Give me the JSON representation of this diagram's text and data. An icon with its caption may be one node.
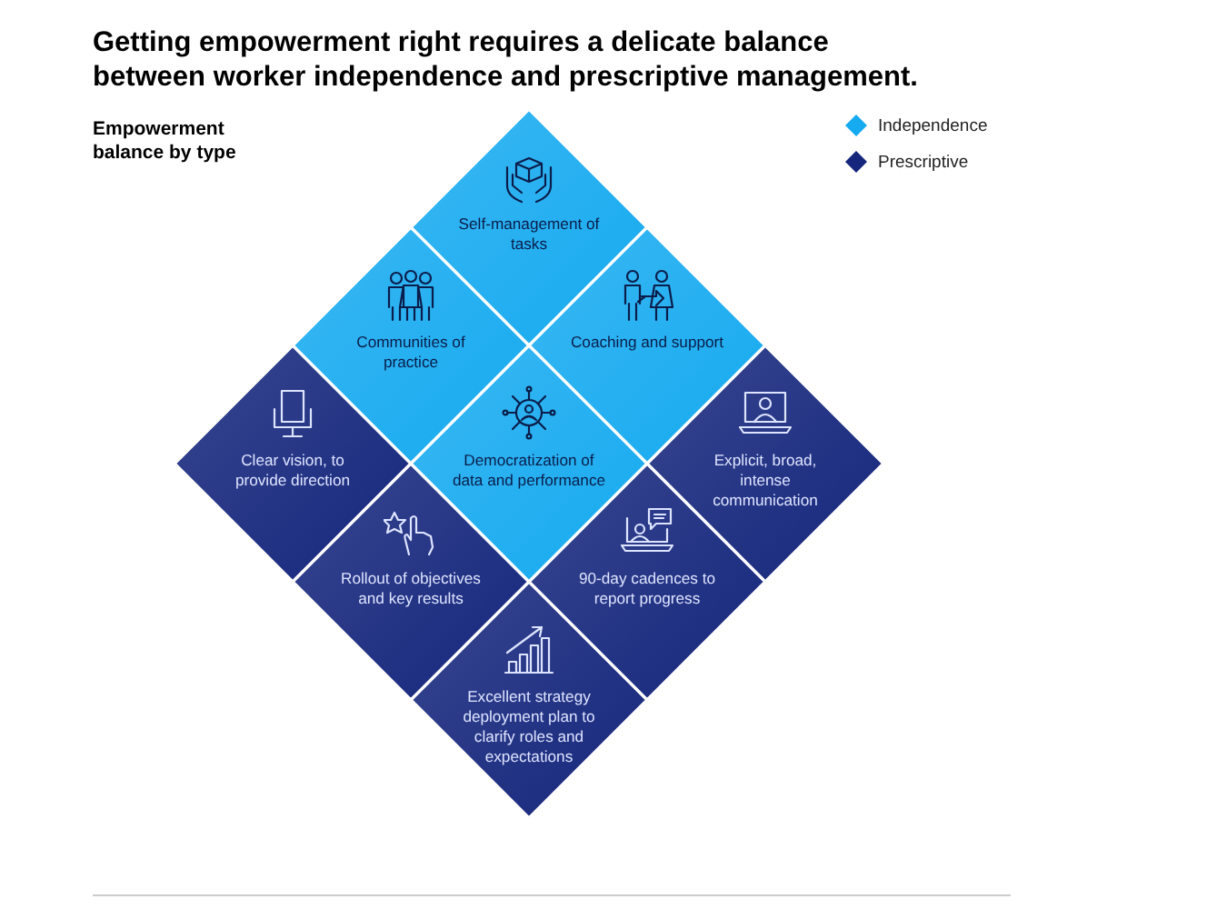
{
  "diagram": {
    "title": "Getting empowerment right requires a delicate balance between worker independence and prescriptive management.",
    "nodes": [
      {
        "text": [
          "Self-management of tasks"
        ]
      },
      {
        "text": [
          "Communities of practice"
        ]
      },
      {
        "text": [
          "Coaching and support"
        ]
      },
      {
        "text": [
          "Clear vision, to provide direction"
        ]
      },
      {
        "text": [
          "Democratization of data and performance"
        ]
      },
      {
        "text": [
          "Explicit, broad, intense communication"
        ]
      },
      {
        "text": [
          "Rollout of objectives and key results"
        ]
      },
      {
        "text": [
          "90-day cadences to report progress"
        ]
      },
      {
        "text": [
          "Excellent strategy deployment plan to clarify roles and expectations"
        ]
      }
    ],
    "edges": [],
    "labels": [
      "Empowerment balance by type"
    ],
    "legend": [
      {
        "text": "Independence",
        "color": "#16aaf0"
      },
      {
        "text": "Prescriptive",
        "color": "#15267c"
      }
    ]
  }
}
